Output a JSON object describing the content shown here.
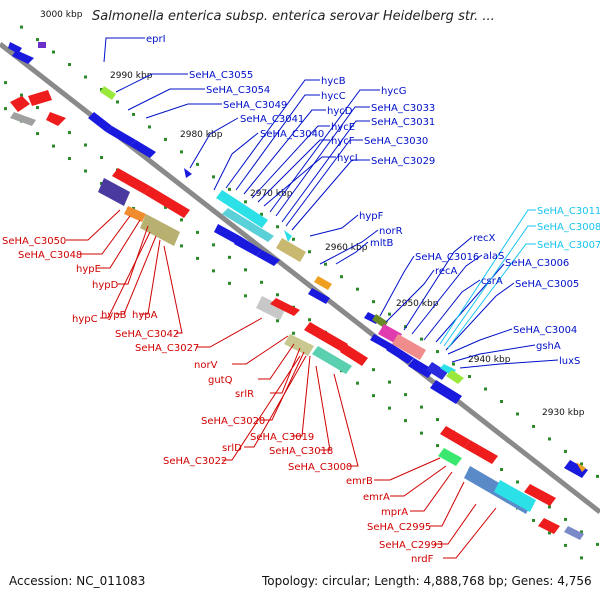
{
  "title": "Salmonella enterica subsp. enterica serovar Heidelberg str. ...",
  "footer": {
    "accession": "Accession: NC_011083",
    "info": "Topology: circular; Length: 4,888,768 bp; Genes: 4,756"
  },
  "ticks": [
    "3000 kbp",
    "2990 kbp",
    "2980 kbp",
    "2970 kbp",
    "2960 kbp",
    "2950 kbp",
    "2940 kbp",
    "2930 kbp"
  ],
  "labels_top": [
    "eprI",
    "SeHA_C3055",
    "SeHA_C3054",
    "SeHA_C3049",
    "SeHA_C3041",
    "SeHA_C3040",
    "hycB",
    "hycC",
    "hycD",
    "hycE",
    "hycF",
    "hycI",
    "hycG",
    "SeHA_C3033",
    "SeHA_C3031",
    "SeHA_C3030",
    "SeHA_C3029",
    "hypF",
    "norR",
    "mltB",
    "SeHA_C3016",
    "recA",
    "recX",
    "alaS",
    "csrA",
    "SeHA_C3011",
    "SeHA_C3008",
    "SeHA_C3007",
    "SeHA_C3006",
    "SeHA_C3005",
    "SeHA_C3004",
    "gshA",
    "luxS"
  ],
  "labels_bottom": [
    "SeHA_C3050",
    "SeHA_C3048",
    "hypE",
    "hypD",
    "hypC",
    "hypB",
    "hypA",
    "SeHA_C3042",
    "SeHA_C3027",
    "norV",
    "gutQ",
    "srlR",
    "SeHA_C3020",
    "SeHA_C3019",
    "srlD",
    "SeHA_C3022",
    "SeHA_C3018",
    "SeHA_C3000",
    "emrB",
    "emrA",
    "mprA",
    "SeHA_C2995",
    "SeHA_C2993",
    "nrdF"
  ],
  "colors": {
    "label_top": "#0010c8",
    "label_top_cyan": "#19c4f0",
    "label_bottom": "#d00000",
    "gene_blue": "#1a1adf",
    "gene_red": "#ee1c1c",
    "backbone": "#8a8a8a",
    "gc_tick": "#2a8a2a"
  }
}
